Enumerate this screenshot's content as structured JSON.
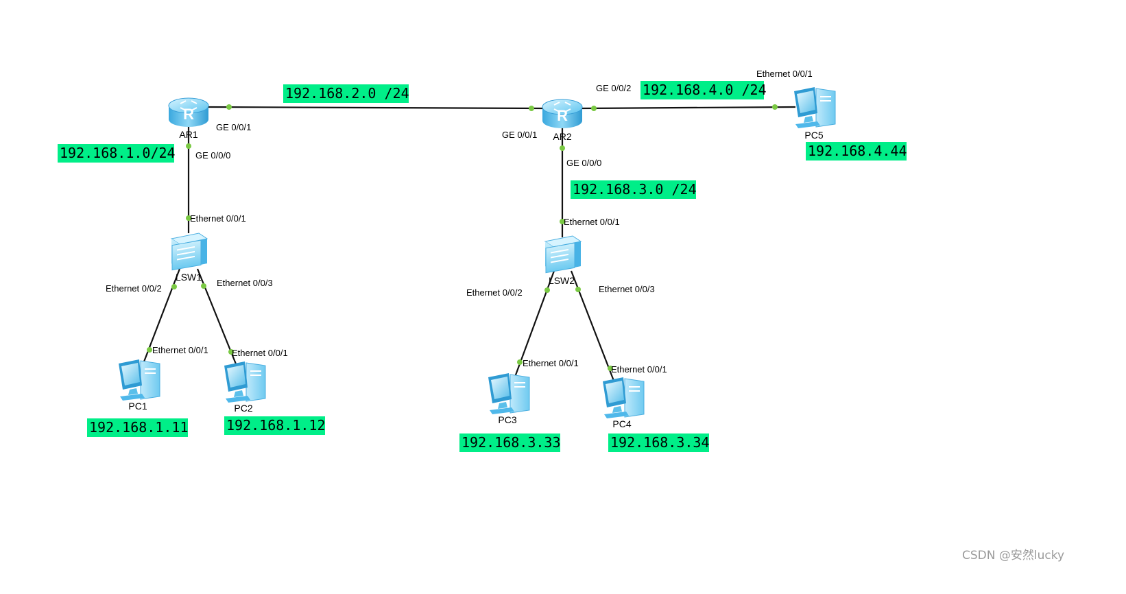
{
  "devices": {
    "ar1": "AR1",
    "ar2": "AR2",
    "lsw1": "LSW1",
    "lsw2": "LSW2",
    "pc1": "PC1",
    "pc2": "PC2",
    "pc3": "PC3",
    "pc4": "PC4",
    "pc5": "PC5"
  },
  "ports": {
    "ar1_ge001": "GE 0/0/1",
    "ar1_ge000": "GE 0/0/0",
    "ar2_ge001": "GE 0/0/1",
    "ar2_ge002": "GE 0/0/2",
    "ar2_ge000": "GE 0/0/0",
    "pc5_eth001": "Ethernet 0/0/1",
    "lsw1_eth001": "Ethernet 0/0/1",
    "lsw1_eth002": "Ethernet 0/0/2",
    "lsw1_eth003": "Ethernet 0/0/3",
    "pc1_eth001": "Ethernet 0/0/1",
    "pc2_eth001": "Ethernet 0/0/1",
    "lsw2_eth001": "Ethernet 0/0/1",
    "lsw2_eth002": "Ethernet 0/0/2",
    "lsw2_eth003": "Ethernet 0/0/3",
    "pc3_eth001": "Ethernet 0/0/1",
    "pc4_eth001": "Ethernet 0/0/1"
  },
  "networks": {
    "net_2": "192.168.2.0 /24",
    "net_4": "192.168.4.0 /24",
    "net_1": "192.168.1.0/24",
    "net_3": "192.168.3.0 /24",
    "pc5_ip": "192.168.4.44",
    "pc1_ip": "192.168.1.11",
    "pc2_ip": "192.168.1.12",
    "pc3_ip": "192.168.3.33",
    "pc4_ip": "192.168.3.34"
  },
  "colors": {
    "label_highlight": "#00ee88",
    "port_dot": "#7ac943",
    "device_blue": "#4fb8ea"
  },
  "watermark": "CSDN @安然lucky"
}
